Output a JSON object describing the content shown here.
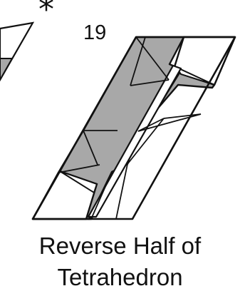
{
  "diagram": {
    "step_number": "19",
    "marker": "*",
    "caption_line1": "Reverse Half of",
    "caption_line2": "Tetrahedron"
  },
  "colors": {
    "paper_white": "#ffffff",
    "paper_shaded": "#a8a8a8",
    "line": "#111111"
  }
}
